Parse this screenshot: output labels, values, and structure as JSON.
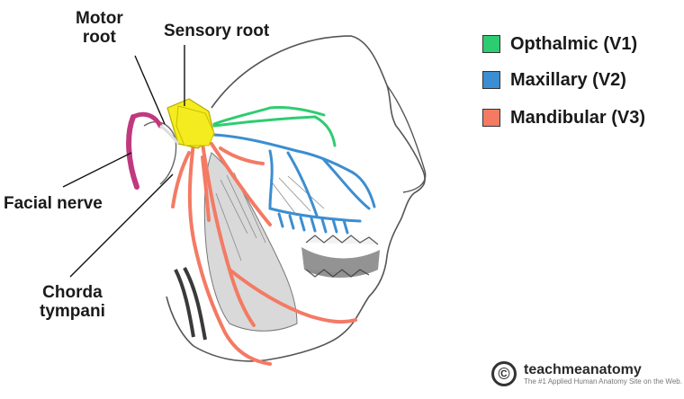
{
  "labels": {
    "motor_root": [
      "Motor",
      "root"
    ],
    "sensory_root": "Sensory root",
    "facial_nerve": "Facial nerve",
    "chorda_tympani": [
      "Chorda",
      "tympani"
    ]
  },
  "legend": [
    {
      "label": "Opthalmic (V1)",
      "color": "#2ecc71"
    },
    {
      "label": "Maxillary (V2)",
      "color": "#3b8ed1"
    },
    {
      "label": "Mandibular (V3)",
      "color": "#f47a64"
    }
  ],
  "colors": {
    "ganglion": "#f4ec1e",
    "facial_nerve": "#c0397f",
    "line_art": "#555555"
  },
  "brand": {
    "mark": "©",
    "name": "teachmeanatomy",
    "tagline": "The #1 Applied Human Anatomy Site on the Web."
  }
}
